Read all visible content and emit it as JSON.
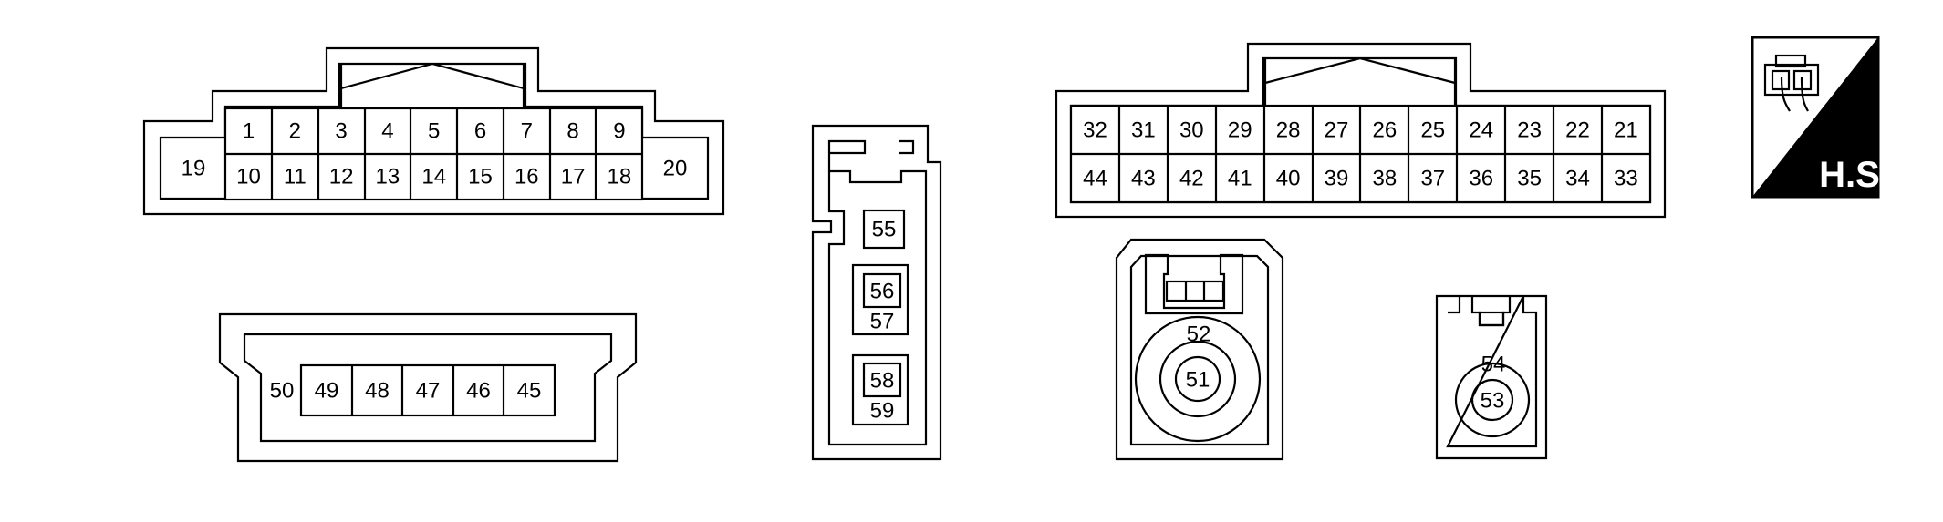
{
  "diagram": {
    "type": "connector-terminal-layout",
    "hs_badge": {
      "text": "H.S.",
      "icon": "harness-side-connector-icon",
      "colors": {
        "dark": "#000000",
        "light": "#ffffff"
      }
    },
    "connector_a": {
      "top_row": [
        "1",
        "2",
        "3",
        "4",
        "5",
        "6",
        "7",
        "8",
        "9"
      ],
      "bottom_row": [
        "10",
        "11",
        "12",
        "13",
        "14",
        "15",
        "16",
        "17",
        "18"
      ],
      "left_end": "19",
      "right_end": "20"
    },
    "connector_b": {
      "end_label": "50",
      "row": [
        "49",
        "48",
        "47",
        "46",
        "45"
      ]
    },
    "connector_c": {
      "single": "55",
      "pair_1": [
        "56",
        "57"
      ],
      "pair_2": [
        "58",
        "59"
      ]
    },
    "connector_d": {
      "top_row": [
        "32",
        "31",
        "30",
        "29",
        "28",
        "27",
        "26",
        "25",
        "24",
        "23",
        "22",
        "21"
      ],
      "bottom_row": [
        "44",
        "43",
        "42",
        "41",
        "40",
        "39",
        "38",
        "37",
        "36",
        "35",
        "34",
        "33"
      ]
    },
    "connector_e": {
      "outer": "52",
      "inner": "51"
    },
    "connector_f": {
      "outer": "54",
      "inner": "53"
    }
  }
}
